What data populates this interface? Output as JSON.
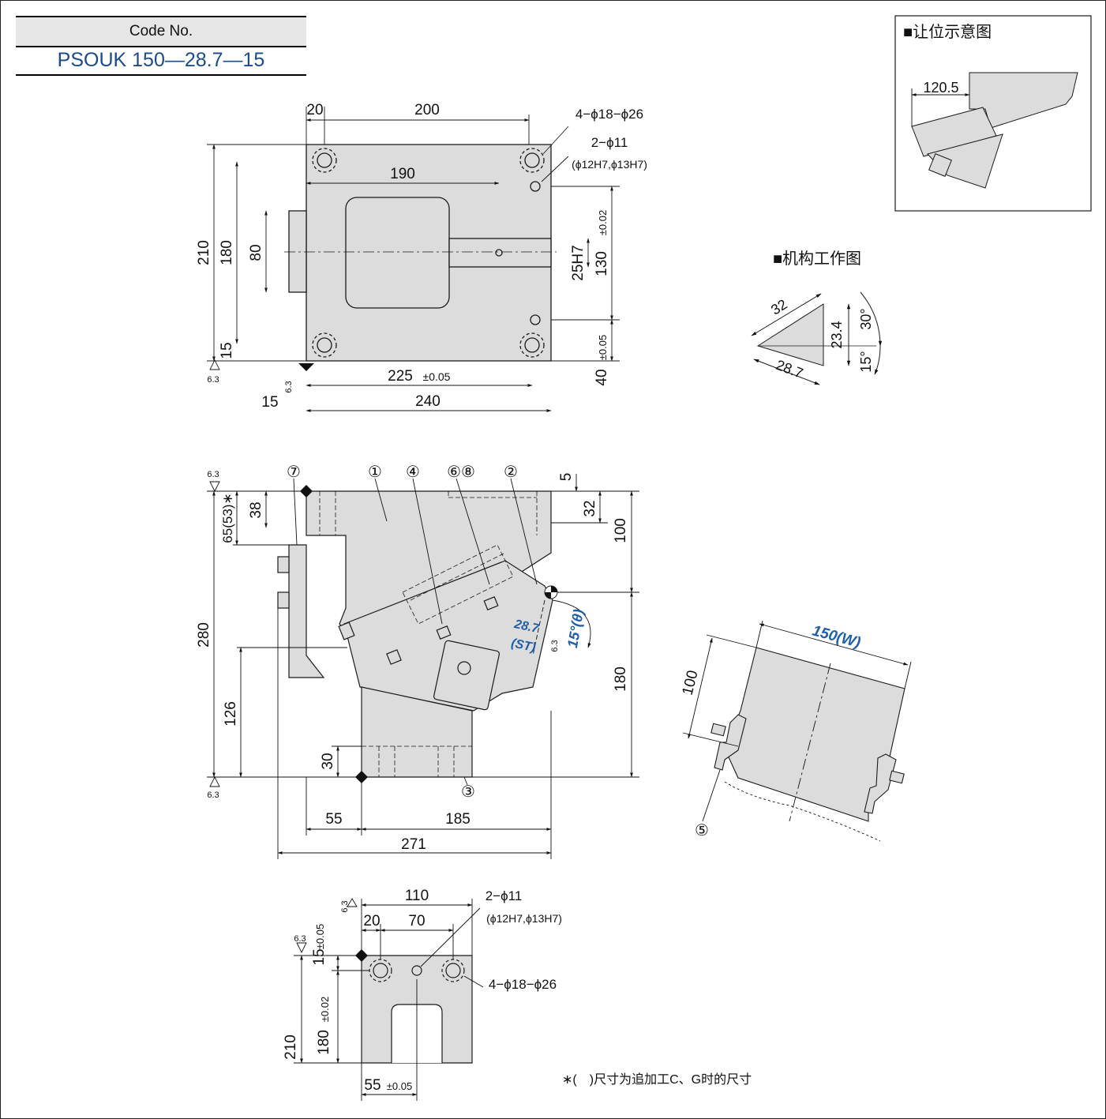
{
  "code_block": {
    "header": "Code No.",
    "value": "PSOUK 150—28.7—15"
  },
  "top_view": {
    "dims": [
      "20",
      "200",
      "190",
      "210",
      "180",
      "80",
      "15",
      "25H7",
      "130",
      "±0.02",
      "40",
      "±0.05",
      "225",
      "±0.05",
      "15",
      "240",
      "6.3",
      "6.3"
    ],
    "hole_a": "4−ϕ18−ϕ26",
    "hole_b": "2−ϕ11",
    "hole_b_note": "(ϕ12H7,ϕ13H7)"
  },
  "clearance": {
    "title": "■让位示意图",
    "dim": "120.5"
  },
  "mechanism": {
    "title": "■机构工作图",
    "dims": [
      "32",
      "23.4",
      "28.7",
      "30°",
      "15°"
    ]
  },
  "side_view": {
    "dims": [
      "6.3",
      "65(53)∗",
      "38",
      "280",
      "126",
      "30",
      "5",
      "32",
      "100",
      "180",
      "55",
      "185",
      "271",
      "6.3",
      "6.3"
    ],
    "callouts": [
      "⑦",
      "①",
      "④",
      "⑥⑧",
      "②",
      "③"
    ],
    "stroke": "28.7",
    "stroke_tag": "(ST)",
    "angle": "15°(θ)"
  },
  "width_view": {
    "width": "150(W)",
    "dim": "100",
    "callout": "⑤"
  },
  "bottom_view": {
    "dims": [
      "110",
      "20",
      "70",
      "15",
      "±0.05",
      "180",
      "±0.02",
      "210",
      "55",
      "±0.05",
      "6.3",
      "6.3"
    ],
    "hole_b": "2−ϕ11",
    "hole_b_note": "(ϕ12H7,ϕ13H7)",
    "hole_a": "4−ϕ18−ϕ26"
  },
  "footnote": "∗(　)尺寸为追加工C、G时的尺寸",
  "colors": {
    "part_fill": "#dcdcdc",
    "line": "#1a1a1a",
    "code_blue": "#1a4b8c",
    "dim_blue": "#1f5fa8"
  }
}
